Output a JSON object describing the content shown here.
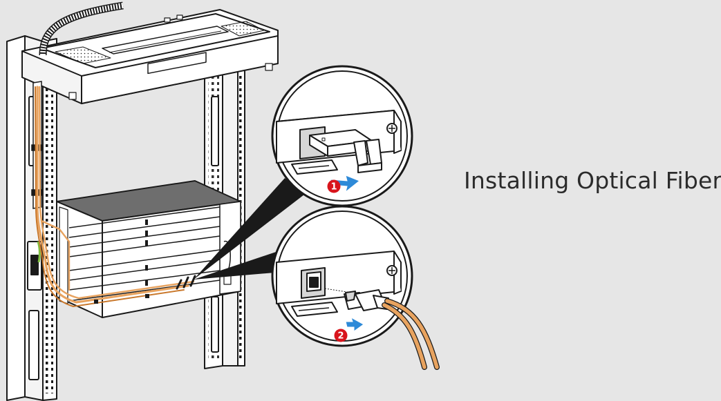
{
  "caption": "Installing Optical Fibers",
  "steps": [
    {
      "number": "1"
    },
    {
      "number": "2"
    }
  ],
  "colors": {
    "background": "#e6e6e6",
    "line": "#1a1a1a",
    "fiber": "#e8a35f",
    "fiber_dark": "#c9782c",
    "step_badge": "#d8141c",
    "arrow": "#2e8ad8",
    "chassis_top": "#6e6e6e"
  }
}
